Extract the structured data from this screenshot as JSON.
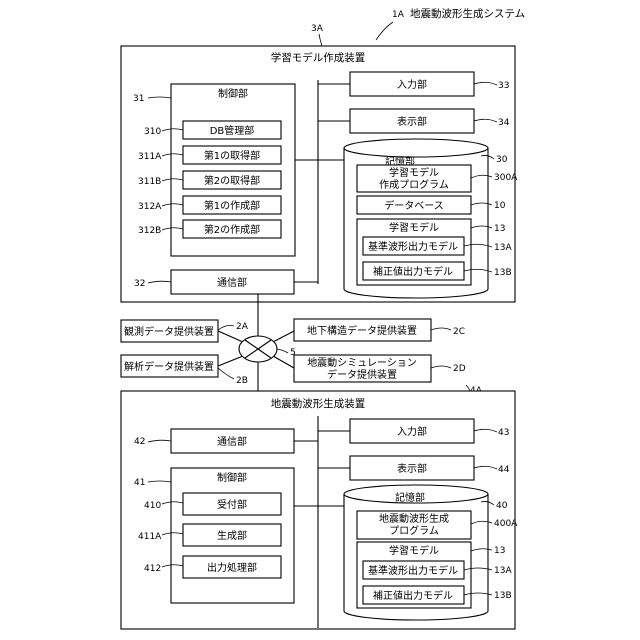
{
  "system": {
    "label": "地震動波形生成システム",
    "ref": "1A"
  },
  "upper": {
    "ref": "3A",
    "title": "学習モデル作成装置",
    "control": {
      "label": "制御部",
      "ref": "31"
    },
    "units": [
      {
        "label": "DB管理部",
        "ref": "310"
      },
      {
        "label": "第1の取得部",
        "ref": "311A"
      },
      {
        "label": "第2の取得部",
        "ref": "311B"
      },
      {
        "label": "第1の作成部",
        "ref": "312A"
      },
      {
        "label": "第2の作成部",
        "ref": "312B"
      }
    ],
    "comm": {
      "label": "通信部",
      "ref": "32"
    },
    "input": {
      "label": "入力部",
      "ref": "33"
    },
    "display": {
      "label": "表示部",
      "ref": "34"
    },
    "storage": {
      "label": "記憶部",
      "ref": "30",
      "program": {
        "line1": "学習モデル",
        "line2": "作成プログラム",
        "ref": "300A"
      },
      "database": {
        "label": "データベース",
        "ref": "10"
      },
      "model": {
        "label": "学習モデル",
        "ref": "13"
      },
      "base_model": {
        "label": "基準波形出力モデル",
        "ref": "13A"
      },
      "corr_model": {
        "label": "補正値出力モデル",
        "ref": "13B"
      }
    }
  },
  "network": {
    "ref": "5",
    "obs": {
      "label": "観測データ提供装置",
      "ref": "2A"
    },
    "ana": {
      "label": "解析データ提供装置",
      "ref": "2B"
    },
    "geo": {
      "label": "地下構造データ提供装置",
      "ref": "2C"
    },
    "sim": {
      "line1": "地震動シミュレーション",
      "line2": "データ提供装置",
      "ref": "2D"
    }
  },
  "lower": {
    "ref": "4A",
    "title": "地震動波形生成装置",
    "comm": {
      "label": "通信部",
      "ref": "42"
    },
    "control": {
      "label": "制御部",
      "ref": "41"
    },
    "units": [
      {
        "label": "受付部",
        "ref": "410"
      },
      {
        "label": "生成部",
        "ref": "411A"
      },
      {
        "label": "出力処理部",
        "ref": "412"
      }
    ],
    "input": {
      "label": "入力部",
      "ref": "43"
    },
    "display": {
      "label": "表示部",
      "ref": "44"
    },
    "storage": {
      "label": "記憶部",
      "ref": "40",
      "program": {
        "line1": "地震動波形生成",
        "line2": "プログラム",
        "ref": "400A"
      },
      "model": {
        "label": "学習モデル",
        "ref": "13"
      },
      "base_model": {
        "label": "基準波形出力モデル",
        "ref": "13A"
      },
      "corr_model": {
        "label": "補正値出力モデル",
        "ref": "13B"
      }
    }
  }
}
